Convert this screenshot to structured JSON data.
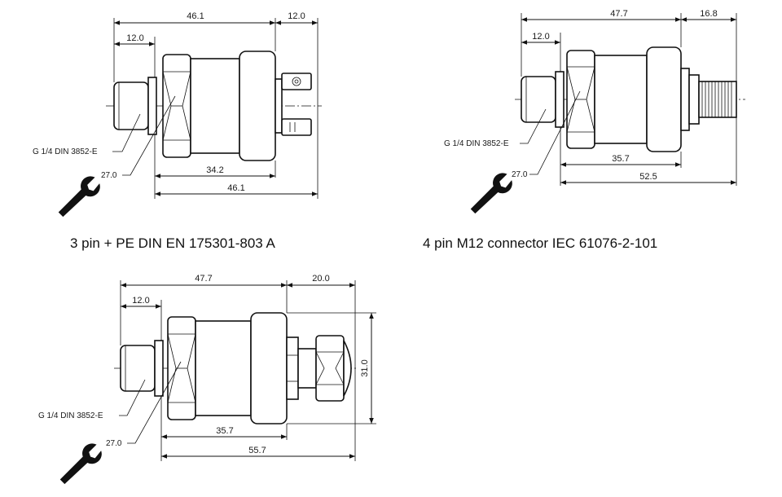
{
  "captions": {
    "variant_1": "3 pin + PE DIN EN 175301-803 A",
    "variant_2": "4 pin M12 connector IEC 61076-2-101"
  },
  "labels": {
    "thread": "G 1/4 DIN 3852-E",
    "wrench_size": "27.0"
  },
  "variant_1": {
    "overall_top": "46.1",
    "connector_length": "12.0",
    "thread_length": "12.0",
    "body_length": "34.2",
    "overall_bottom": "46.1"
  },
  "variant_2": {
    "overall_top": "47.7",
    "connector_length": "16.8",
    "thread_length": "12.0",
    "body_length": "35.7",
    "overall_bottom": "52.5"
  },
  "variant_3": {
    "overall_top": "47.7",
    "connector_length": "20.0",
    "thread_length": "12.0",
    "height": "31.0",
    "body_length": "35.7",
    "overall_bottom": "55.7"
  },
  "colors": {
    "line": "#111111",
    "background": "#ffffff"
  },
  "icons": [
    "wrench-icon"
  ]
}
